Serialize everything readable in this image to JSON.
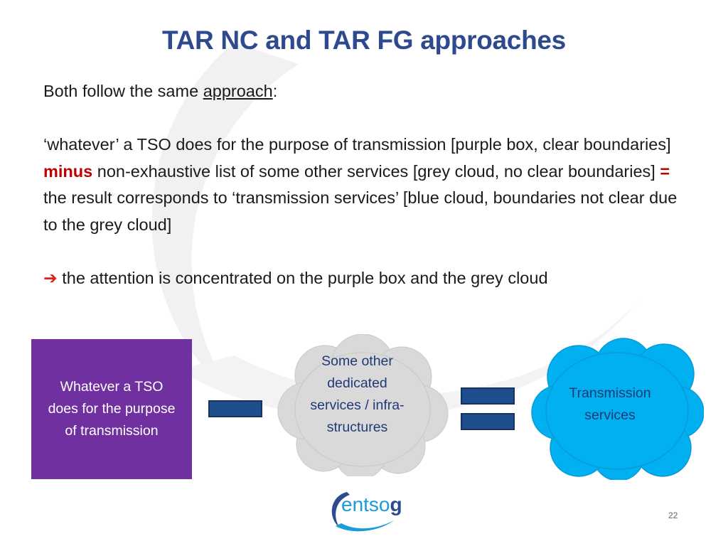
{
  "slide": {
    "title": "TAR NC and TAR FG approaches",
    "intro_prefix": "Both follow the same ",
    "intro_underlined": "approach",
    "intro_suffix": ":",
    "para_part1": "‘whatever’ a TSO  does for the purpose of transmission [purple box, clear boundaries] ",
    "para_minus": "minus",
    "para_part2": " non-exhaustive list of some other services [grey cloud, no clear boundaries] ",
    "para_equals": "=",
    "para_part3": " the result corresponds to ‘transmission services’ [blue cloud, boundaries not clear due to the grey cloud]",
    "conclusion_arrow": "➔",
    "conclusion": " the attention is concentrated on the purple box and the grey cloud"
  },
  "diagram": {
    "purple_box_text": "Whatever a TSO does for the purpose of transmission",
    "grey_cloud_text": "Some other dedicated services / infra-structures",
    "blue_cloud_text": "Transmission services",
    "colors": {
      "purple": "#7030A0",
      "grey_cloud": "#D9D9D9",
      "blue_cloud": "#00B0F0",
      "operator_bars": "#1F4E8C"
    }
  },
  "footer": {
    "logo_text_light": "entso",
    "logo_text_bold": "g",
    "page_number": "22"
  }
}
